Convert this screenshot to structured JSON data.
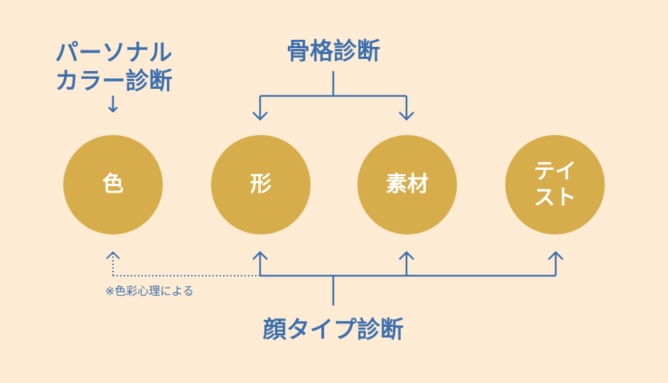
{
  "personal_color": {
    "label": "パーソナル\nカラー診断",
    "arrow": "↓"
  },
  "skeleton": {
    "label": "骨格診断"
  },
  "face_type": {
    "label": "顔タイプ診断"
  },
  "note": "※色彩心理による",
  "circles": [
    {
      "label": "色"
    },
    {
      "label": "形"
    },
    {
      "label": "素材"
    },
    {
      "label": "テイ\nスト"
    }
  ],
  "colors": {
    "background": "#fdebd3",
    "circle": "#d7ac4a",
    "accent": "#3c6fae",
    "circle_text": "#ffffff"
  }
}
